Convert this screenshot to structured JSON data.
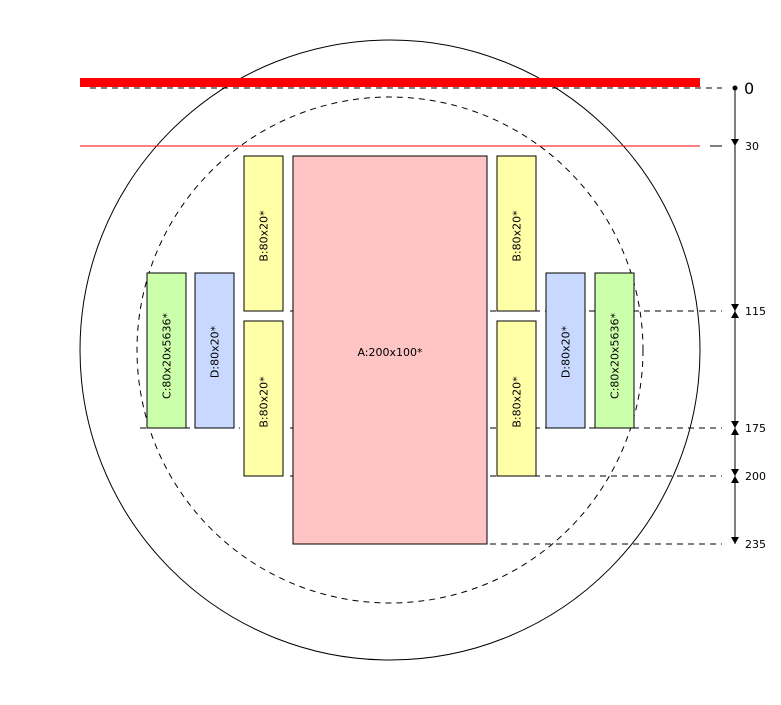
{
  "colors": {
    "red": "#ff0000",
    "block_a": "#ffc4c4",
    "block_b": "#ffffa8",
    "block_c": "#ccffaa",
    "block_d": "#c8d8ff",
    "line": "#000000"
  },
  "labels": {
    "block_a": "A:200x100*",
    "block_b": "B:80x20*",
    "block_c": "C:80x20x5636*",
    "block_d": "D:80x20*"
  },
  "dimensions": {
    "d0": "0",
    "d30": "30",
    "d115": "115",
    "d175": "175",
    "d200": "200",
    "d235": "235"
  }
}
